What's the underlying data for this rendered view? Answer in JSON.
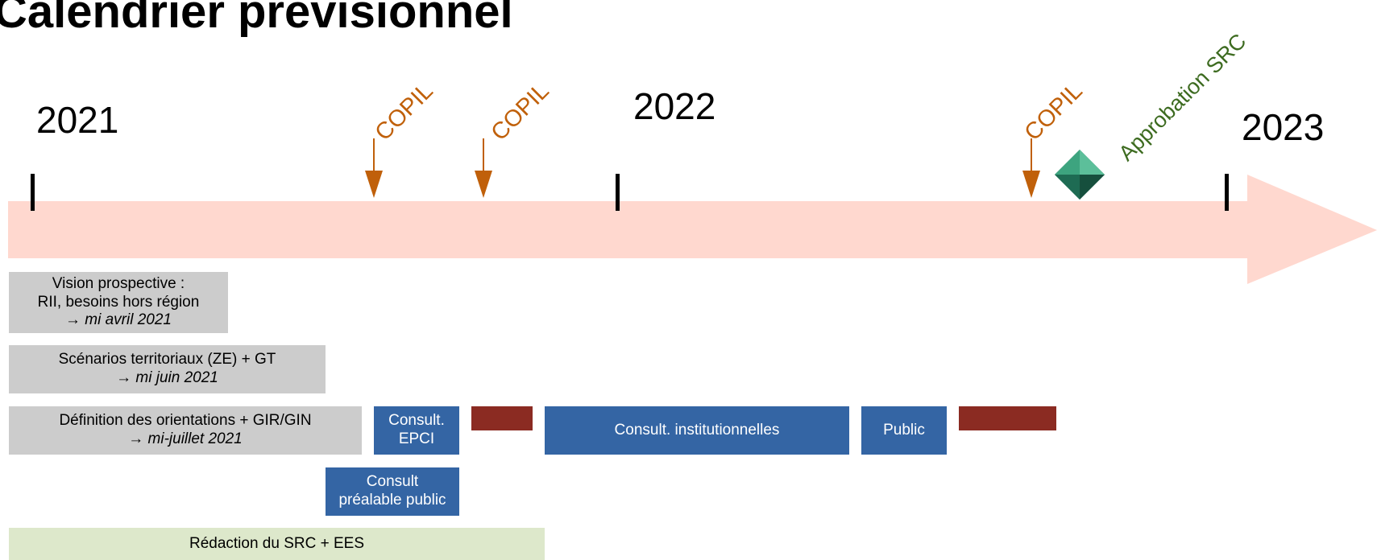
{
  "title": "Calendrier prévisionnel",
  "years": [
    "2021",
    "2022",
    "2023"
  ],
  "milestones": {
    "copil_1": "COPIL",
    "copil_2": "COPIL",
    "copil_3": "COPIL",
    "approbation": "Approbation SRC"
  },
  "tasks": {
    "vision": {
      "line1": "Vision prospective :",
      "line2": "RII, besoins hors région",
      "deadline": "→ mi avril 2021"
    },
    "scenarios": {
      "line1": "Scénarios territoriaux (ZE) + GT",
      "deadline": "→ mi juin 2021"
    },
    "definition": {
      "line1": "Définition des orientations + GIR/GIN",
      "deadline": "→ mi-juillet 2021"
    },
    "consult_epci": {
      "line1": "Consult.",
      "line2": "EPCI"
    },
    "consult_inst": {
      "label": "Consult. institutionnelles"
    },
    "public": {
      "label": "Public"
    },
    "consult_prealable": {
      "line1": "Consult",
      "line2": "préalable public"
    },
    "redaction": {
      "label": "Rédaction du SRC + EES"
    }
  },
  "colors": {
    "timeline_arrow": "#ffd8cf",
    "copil": "#c0600a",
    "approbation_text": "#3d6b20",
    "diamond": "#2e8b6f",
    "gray_box": "#cccccc",
    "blue_box": "#3465a4",
    "red_box": "#8b2b22",
    "green_box": "#dde8cb"
  }
}
